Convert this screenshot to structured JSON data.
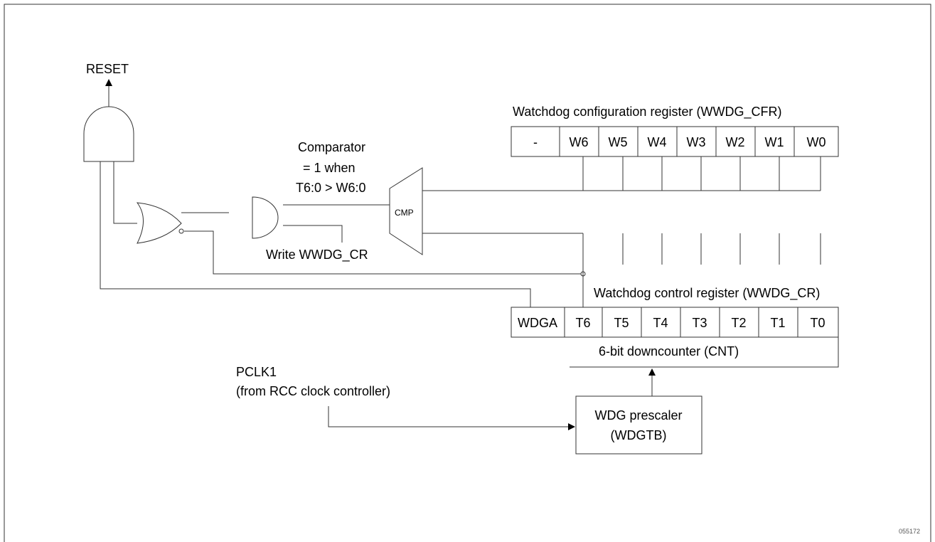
{
  "labels": {
    "reset": "RESET",
    "comparator_line1": "Comparator",
    "comparator_line2": "= 1 when",
    "comparator_line3": "T6:0 > W6:0",
    "cmp": "CMP",
    "write_cr": "Write WWDG_CR",
    "cfr_title": "Watchdog configuration register (WWDG_CFR)",
    "cr_title": "Watchdog control register (WWDG_CR)",
    "downcounter": "6-bit downcounter (CNT)",
    "pclk_line1": "PCLK1",
    "pclk_line2": "(from RCC clock controller)",
    "prescaler_line1": "WDG prescaler",
    "prescaler_line2": "(WDGTB)",
    "figure_id": "055172"
  },
  "cfr_bits": [
    "-",
    "W6",
    "W5",
    "W4",
    "W3",
    "W2",
    "W1",
    "W0"
  ],
  "cr_bits": [
    "WDGA",
    "T6",
    "T5",
    "T4",
    "T3",
    "T2",
    "T1",
    "T0"
  ]
}
